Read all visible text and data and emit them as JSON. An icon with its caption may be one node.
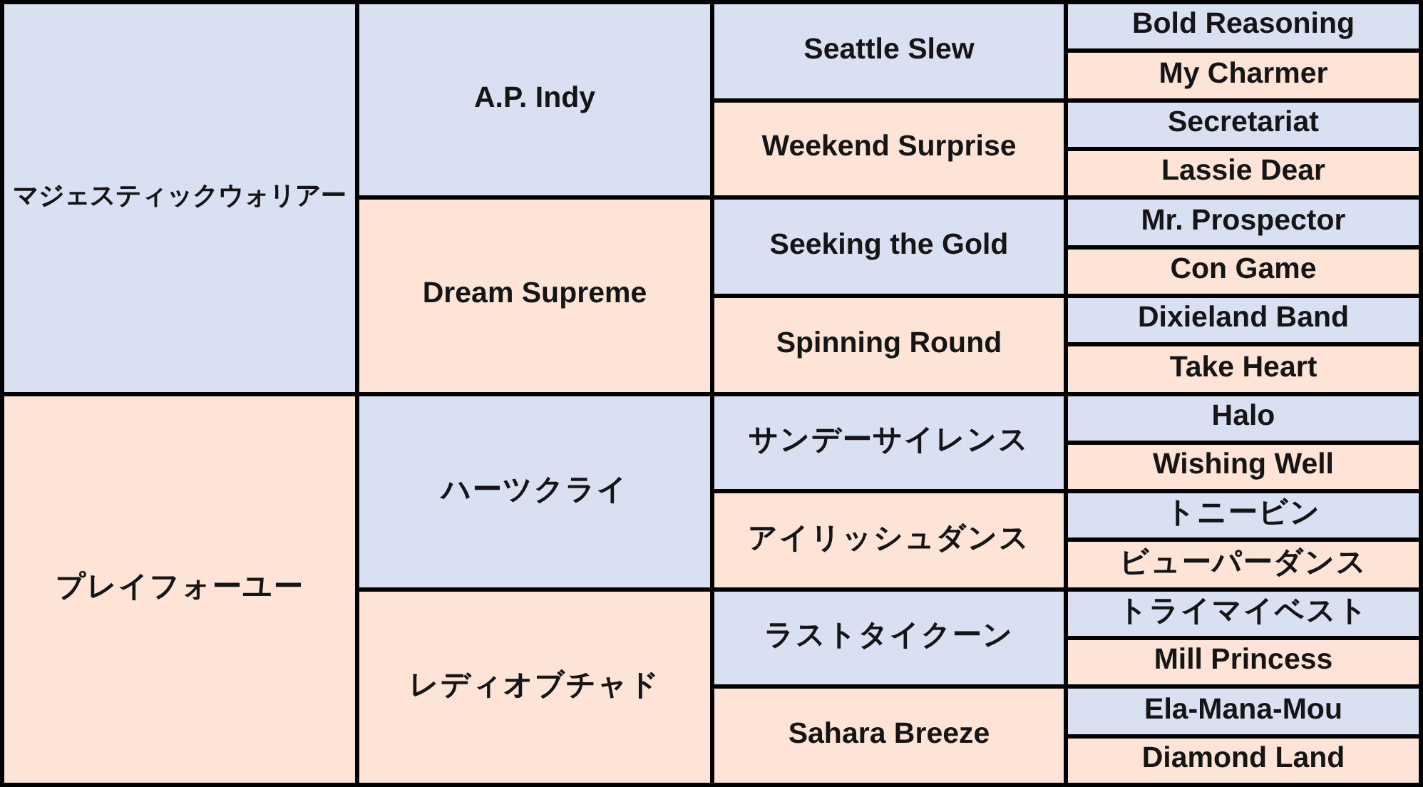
{
  "diagram": {
    "nodes": [
      {
        "text": [
          "マジェスティックウォリアー"
        ]
      },
      {
        "text": [
          "A.P. Indy"
        ]
      },
      {
        "text": [
          "Seattle Slew"
        ]
      },
      {
        "text": [
          "Bold Reasoning"
        ]
      },
      {
        "text": [
          "My Charmer"
        ]
      },
      {
        "text": [
          "Weekend Surprise"
        ]
      },
      {
        "text": [
          "Secretariat"
        ]
      },
      {
        "text": [
          "Lassie Dear"
        ]
      },
      {
        "text": [
          "Dream Supreme"
        ]
      },
      {
        "text": [
          "Seeking the Gold"
        ]
      },
      {
        "text": [
          "Mr. Prospector"
        ]
      },
      {
        "text": [
          "Con Game"
        ]
      },
      {
        "text": [
          "Spinning Round"
        ]
      },
      {
        "text": [
          "Dixieland Band"
        ]
      },
      {
        "text": [
          "Take Heart"
        ]
      },
      {
        "text": [
          "プレイフォーユー"
        ]
      },
      {
        "text": [
          "ハーツクライ"
        ]
      },
      {
        "text": [
          "サンデーサイレンス"
        ]
      },
      {
        "text": [
          "Halo"
        ]
      },
      {
        "text": [
          "Wishing Well"
        ]
      },
      {
        "text": [
          "アイリッシュダンス"
        ]
      },
      {
        "text": [
          "トニービン"
        ]
      },
      {
        "text": [
          "ビューパーダンス"
        ]
      },
      {
        "text": [
          "レディオブチャド"
        ]
      },
      {
        "text": [
          "ラストタイクーン"
        ]
      },
      {
        "text": [
          "トライマイベスト"
        ]
      },
      {
        "text": [
          "Mill Princess"
        ]
      },
      {
        "text": [
          "Sahara Breeze"
        ]
      },
      {
        "text": [
          "Ela-Mana-Mou"
        ]
      },
      {
        "text": [
          "Diamond Land"
        ]
      }
    ]
  }
}
